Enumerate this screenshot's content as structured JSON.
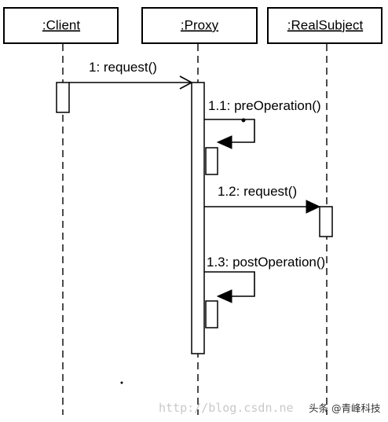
{
  "participants": {
    "client": {
      "label": ":Client"
    },
    "proxy": {
      "label": ":Proxy"
    },
    "real_subject": {
      "label": ":RealSubject"
    }
  },
  "messages": {
    "m1": {
      "label": "1: request()"
    },
    "m1_1": {
      "label": "1.1: preOperation()"
    },
    "m1_2": {
      "label": "1.2: request()"
    },
    "m1_3": {
      "label": "1.3: postOperation()"
    }
  },
  "watermark": {
    "url": "http://blog.csdn.ne",
    "author": "头条 @青峰科技"
  },
  "colors": {
    "line": "#000000",
    "background": "#ffffff",
    "watermark_url": "#c9c9c9"
  }
}
